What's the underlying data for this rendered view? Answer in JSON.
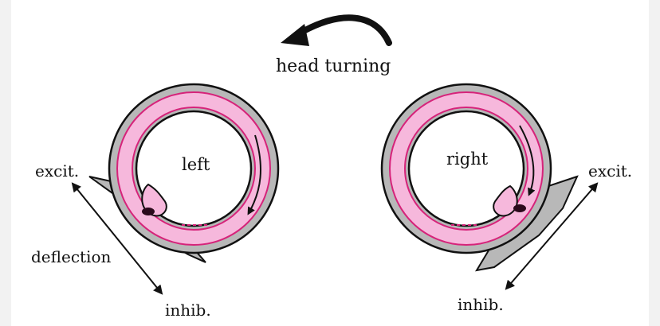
{
  "title": "head turning",
  "left_canal": {
    "label": "left",
    "excit": "excit.",
    "inhib": "inhib.",
    "deflection": "deflection"
  },
  "right_canal": {
    "label": "right",
    "excit": "excit.",
    "inhib": "inhib."
  },
  "colors": {
    "background": "#f2f2f2",
    "panel": "#ffffff",
    "canal_wall": "#b8b8b8",
    "endolymph": "#f6b8dc",
    "membrane": "#d6237a",
    "ink": "#111111",
    "cupula_dark": "#2b0a1c"
  }
}
